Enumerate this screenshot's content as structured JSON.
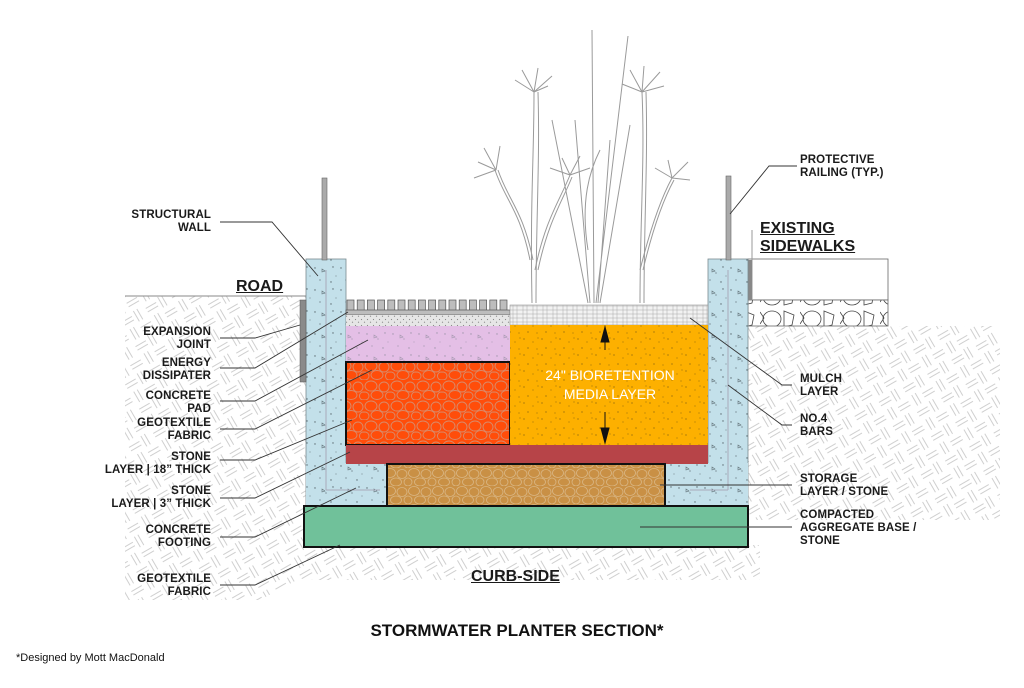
{
  "title": "STORMWATER PLANTER SECTION*",
  "credit": "*Designed by Mott MacDonald",
  "headings": {
    "road": "ROAD",
    "existing_sidewalks": "EXISTING\nSIDEWALKS",
    "curb_side": "CURB-SIDE"
  },
  "center_label": "24\" BIORETENTION\nMEDIA LAYER",
  "left_labels": [
    {
      "id": "structural-wall",
      "text": "STRUCTURAL\nWALL"
    },
    {
      "id": "expansion-joint",
      "text": "EXPANSION\nJOINT"
    },
    {
      "id": "energy-dissipater",
      "text": "ENERGY\nDISSIPATER"
    },
    {
      "id": "concrete-pad",
      "text": "CONCRETE\nPAD"
    },
    {
      "id": "geotextile-fabric-upper",
      "text": "GEOTEXTILE\nFABRIC"
    },
    {
      "id": "stone-layer-18",
      "text": "STONE\nLAYER | 18” THICK"
    },
    {
      "id": "stone-layer-3",
      "text": "STONE\nLAYER | 3” THICK"
    },
    {
      "id": "concrete-footing",
      "text": "CONCRETE\nFOOTING"
    },
    {
      "id": "geotextile-fabric-lower",
      "text": "GEOTEXTILE\nFABRIC"
    }
  ],
  "right_labels": [
    {
      "id": "protective-railing",
      "text": "PROTECTIVE\nRAILING (TYP.)"
    },
    {
      "id": "mulch-layer",
      "text": "MULCH\nLAYER"
    },
    {
      "id": "no4-bars",
      "text": "NO.4\nBARS"
    },
    {
      "id": "storage-layer",
      "text": "STORAGE\nLAYER / STONE"
    },
    {
      "id": "compacted-base",
      "text": "COMPACTED\nAGGREGATE BASE /\nSTONE"
    }
  ],
  "colors": {
    "wall": "#c3e0ea",
    "concrete_pad": "#e4bfe6",
    "stone_18": "#ff4d0a",
    "bioretention": "#fdb000",
    "stone_3": "#b74448",
    "storage": "#c99045",
    "base": "#70c19a",
    "soil_hatch": "#c8c8c8",
    "leader": "#333333"
  }
}
